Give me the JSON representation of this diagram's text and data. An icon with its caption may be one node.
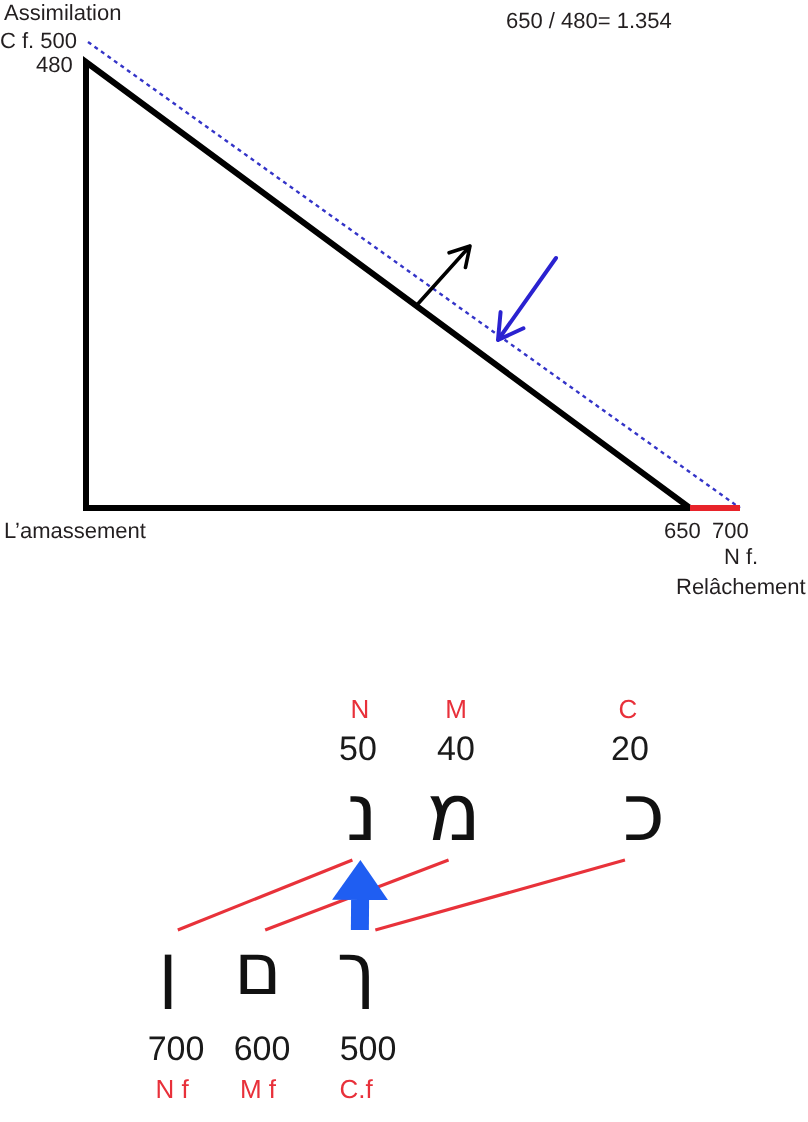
{
  "diagram": {
    "nodes": [
      {
        "text": [
          "נ"
        ],
        "beside": [
          "N",
          "50"
        ]
      },
      {
        "text": [
          "מ"
        ],
        "beside": [
          "M",
          "40"
        ]
      },
      {
        "text": [
          "כ"
        ],
        "beside": [
          "C",
          "20"
        ]
      },
      {
        "text": [
          "ן"
        ],
        "beside": [
          "700",
          "N f"
        ]
      },
      {
        "text": [
          "ם"
        ],
        "beside": [
          "600",
          "M f"
        ]
      },
      {
        "text": [
          "ך"
        ],
        "beside": [
          "500",
          "C.f"
        ]
      }
    ],
    "edges": [
      {
        "from": 0,
        "to": 3,
        "arrow": "none"
      },
      {
        "from": 1,
        "to": 4,
        "arrow": "none"
      },
      {
        "from": 2,
        "to": 5,
        "arrow": "none"
      },
      {
        "from": 5,
        "to": 0,
        "arrow": "to",
        "style": "thick",
        "color": "#1f5ef2"
      }
    ],
    "labels": [
      "Assimilation",
      "650 / 480= 1.354",
      "C f. 500",
      "480",
      "L’amassement",
      "650",
      "700",
      "N f.",
      "Relâchement"
    ]
  }
}
